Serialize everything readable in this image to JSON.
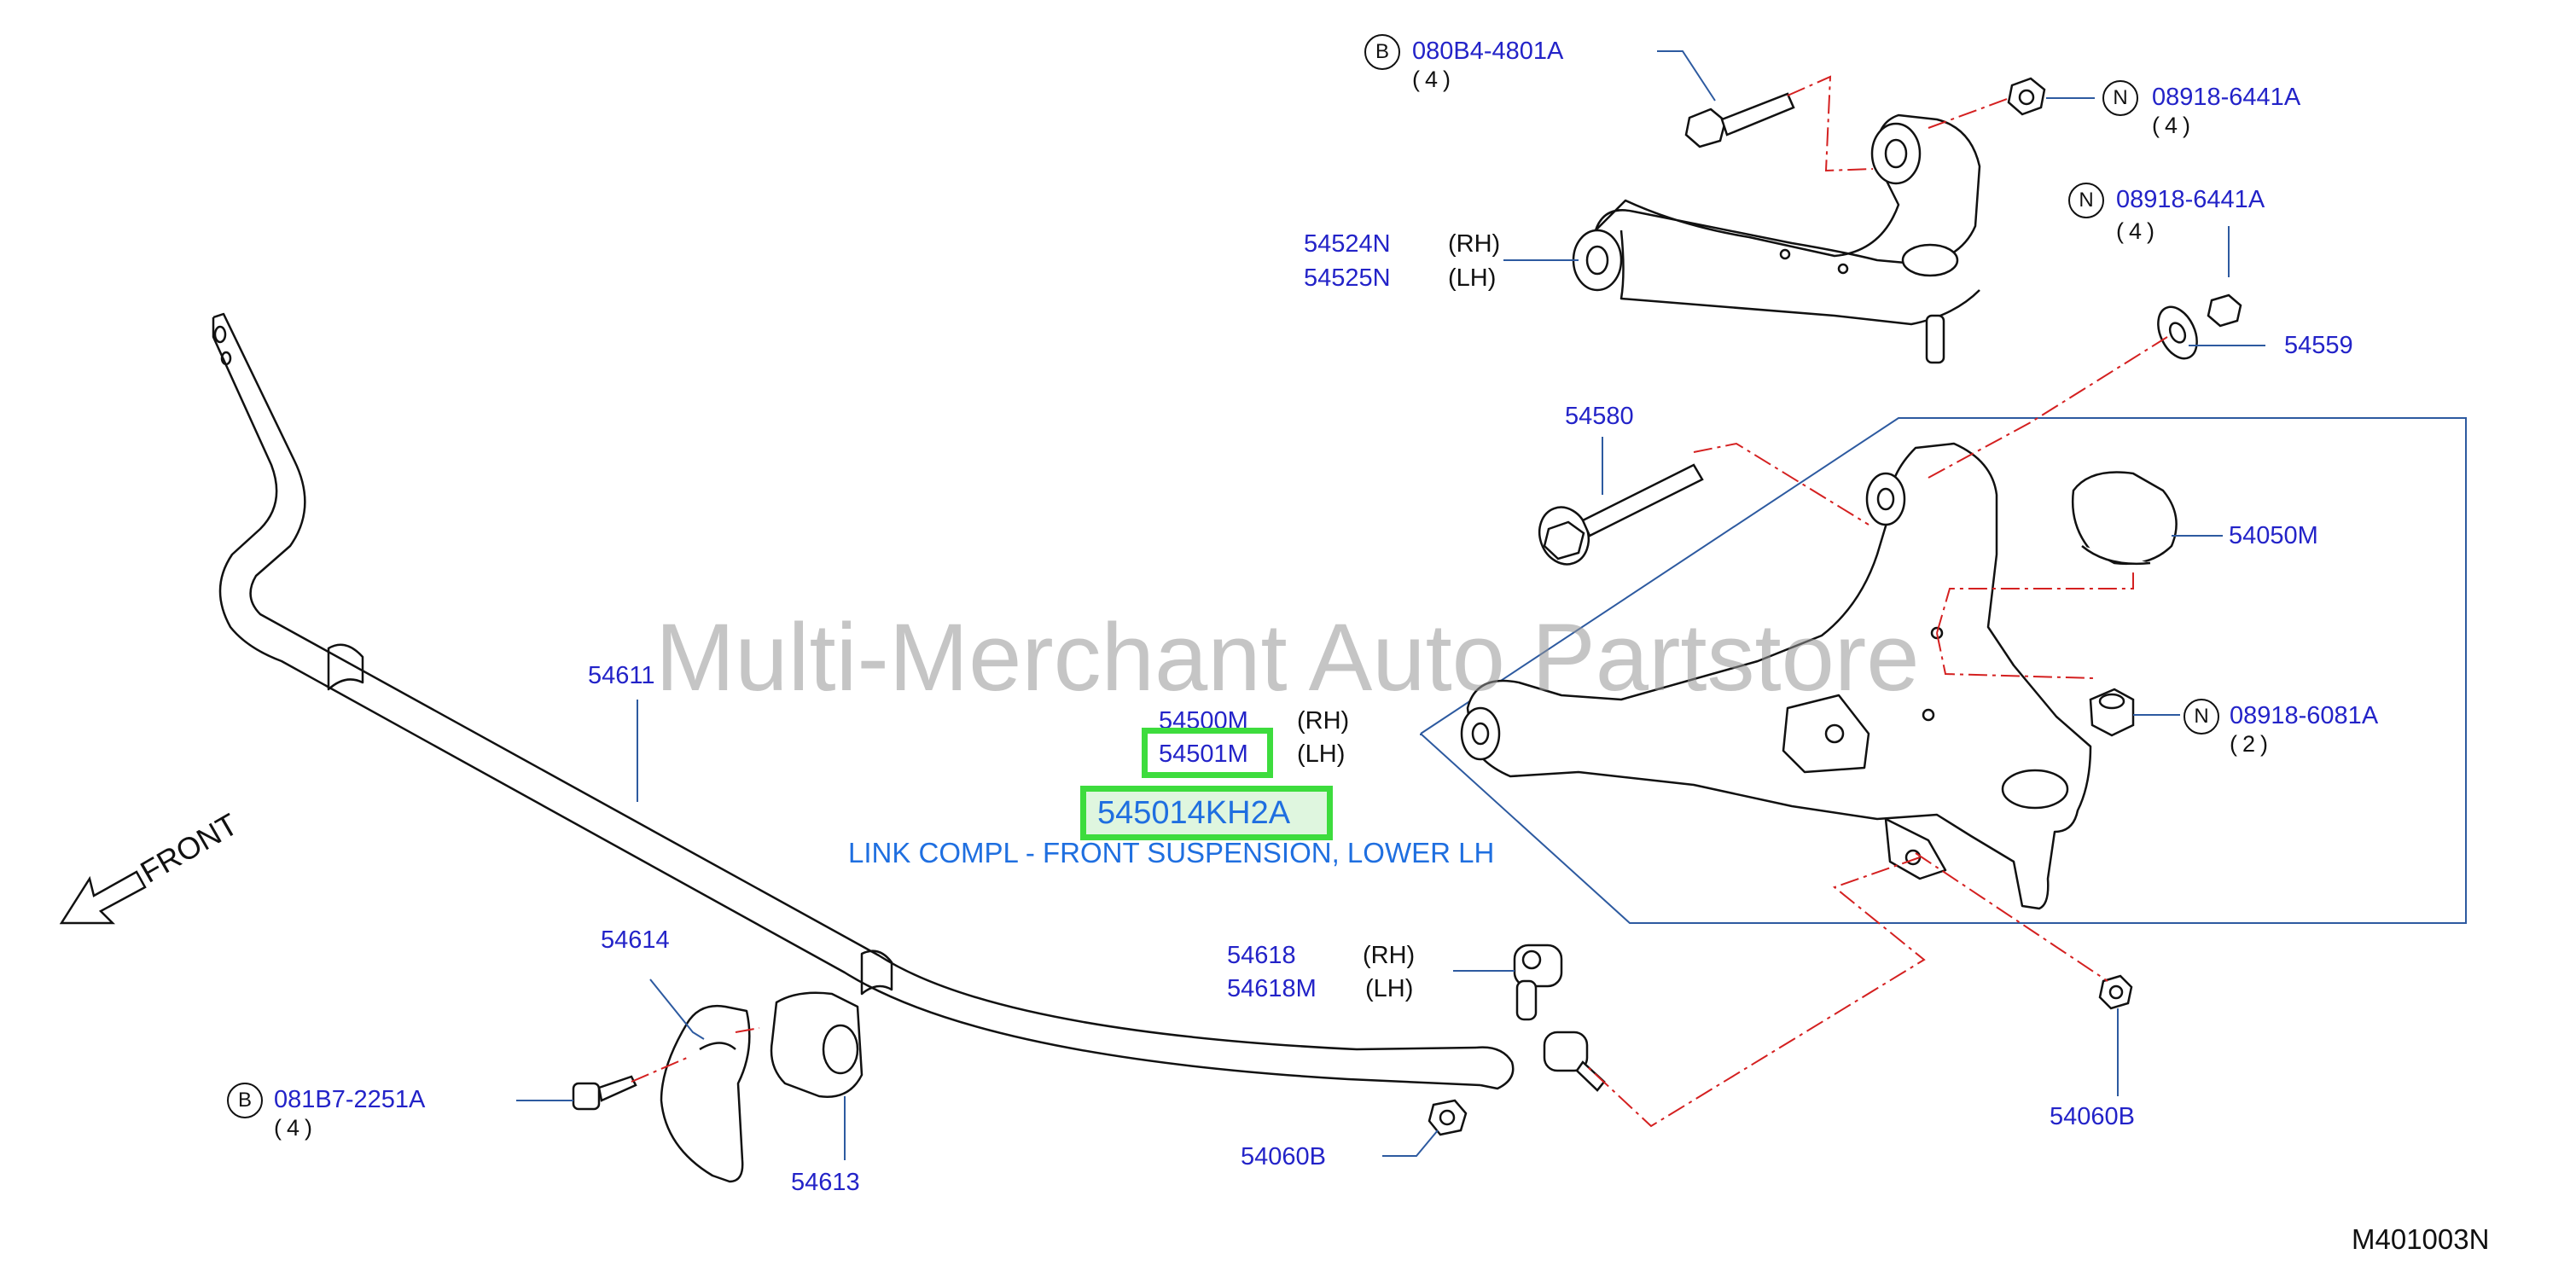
{
  "diagram": {
    "watermark": "Multi-Merchant Auto Partstore",
    "front_label": "FRONT",
    "diagram_code": "M401003N",
    "highlight": {
      "part_number": "545014KH2A",
      "description": "LINK COMPL - FRONT SUSPENSION, LOWER LH"
    },
    "callouts": {
      "bolt_upper": {
        "prefix": "B",
        "number": "080B4-4801A",
        "qty": "(4)"
      },
      "nut_upper": {
        "prefix": "N",
        "number": "08918-6441A",
        "qty": "(4)"
      },
      "nut_mid": {
        "prefix": "N",
        "number": "08918-6441A",
        "qty": "(4)"
      },
      "upper_arm_rh": {
        "number": "54524N",
        "side": "(RH)"
      },
      "upper_arm_lh": {
        "number": "54525N",
        "side": "(LH)"
      },
      "washer": {
        "number": "54559"
      },
      "cam_bolt": {
        "number": "54580"
      },
      "bushing_cap": {
        "number": "54050M"
      },
      "nut_lower": {
        "prefix": "N",
        "number": "08918-6081A",
        "qty": "(2)"
      },
      "stabilizer_bar": {
        "number": "54611"
      },
      "lower_arm_rh": {
        "number": "54500M",
        "side": "(RH)"
      },
      "lower_arm_lh": {
        "number": "54501M",
        "side": "(LH)"
      },
      "stab_bracket": {
        "number": "54614"
      },
      "stab_link_rh": {
        "number": "54618",
        "side": "(RH)"
      },
      "stab_link_lh": {
        "number": "54618M",
        "side": "(LH)"
      },
      "bolt_lower": {
        "prefix": "B",
        "number": "081B7-2251A",
        "qty": "(4)"
      },
      "stab_bushing": {
        "number": "54613"
      },
      "link_nut_left": {
        "number": "54060B"
      },
      "link_nut_right": {
        "number": "54060B"
      }
    }
  },
  "colors": {
    "label_blue": "#2323c8",
    "highlight_green": "#3ddc3d",
    "highlight_text_blue": "#1f6fe0",
    "leader_red": "#d42020",
    "frame_blue": "#2d5aa0"
  }
}
